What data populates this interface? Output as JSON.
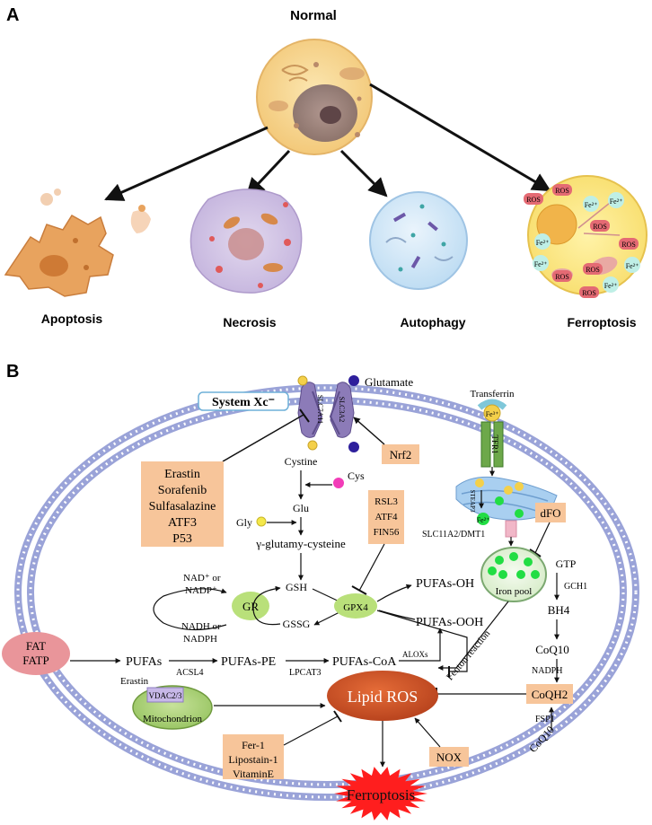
{
  "panel_a": {
    "label": "A",
    "top_title": "Normal",
    "cells": [
      {
        "name": "Apoptosis"
      },
      {
        "name": "Necrosis"
      },
      {
        "name": "Autophagy"
      },
      {
        "name": "Ferroptosis"
      }
    ],
    "ferro_labels": {
      "ros": "ROS",
      "fe2": "Fe²⁺"
    }
  },
  "panel_b": {
    "label": "B",
    "system_xc": "System Xc⁻",
    "slc7a11": "SLC7A11",
    "slc3a2": "SLC3A2",
    "glutamate": "Glutamate",
    "cystine": "Cystine",
    "cys": "Cys",
    "glu": "Glu",
    "gly": "Gly",
    "gamma_glu": "γ-glutamy-cysteine",
    "gsh": "GSH",
    "gssg": "GSSG",
    "gr": "GR",
    "gpx4": "GPX4",
    "nadp_1": "NAD⁺ or",
    "nadp_2": "NADP⁺",
    "nadh_1": "NADH or",
    "nadh_2": "NADPH",
    "pufas_oh": "PUFAs-OH",
    "pufas_ooh": "PUFAs-OOH",
    "inhibitors_xc": [
      "Erastin",
      "Sorafenib",
      "Sulfasalazine",
      "ATF3",
      "P53"
    ],
    "nrf2": "Nrf2",
    "gpx4_inhibitors": [
      "RSL3",
      "ATF4",
      "FIN56"
    ],
    "transferrin": "Transferrin",
    "fe3": "Fe³⁺",
    "tfr1": "TFR1",
    "steap3": "STEAP3",
    "fe2": "Fe²⁺",
    "slc11a2": "SLC11A2/DMT1",
    "dfo": "dFO",
    "iron_pool": "Iron pool",
    "gtp": "GTP",
    "gch1": "GCH1",
    "bh4": "BH4",
    "coq10_mid": "CoQ10",
    "nadph": "NADPH",
    "coqh2": "CoQH2",
    "fsp1": "FSP1",
    "coq10_bottom": "CoQ10",
    "fat_1": "FAT",
    "fat_2": "FATP",
    "pufas": "PUFAs",
    "acsl4": "ACSL4",
    "pufas_pe": "PUFAs-PE",
    "lpcat3": "LPCAT3",
    "pufas_coa": "PUFAs-CoA",
    "aloxs": "ALOXs",
    "fenton": "Fenton reaction",
    "lipid_ros": "Lipid ROS",
    "erastin_mito": "Erastin",
    "vdac": "VDAC2/3",
    "mitochondrion": "Mitochondrion",
    "antioxidants": [
      "Fer-1",
      "Lipostain-1",
      "VitaminE"
    ],
    "nox": "NOX",
    "ferroptosis": "Ferroptosis"
  },
  "colors": {
    "orange_box": "#F7C59A",
    "lipid_ros": "#D2562A",
    "ferroptosis_star": "#FF1E1E",
    "membrane": "#9AA3D8",
    "gpx4_green": "#B9E07A",
    "iron_green": "#22DD44",
    "fat_pink": "#E9959A"
  }
}
